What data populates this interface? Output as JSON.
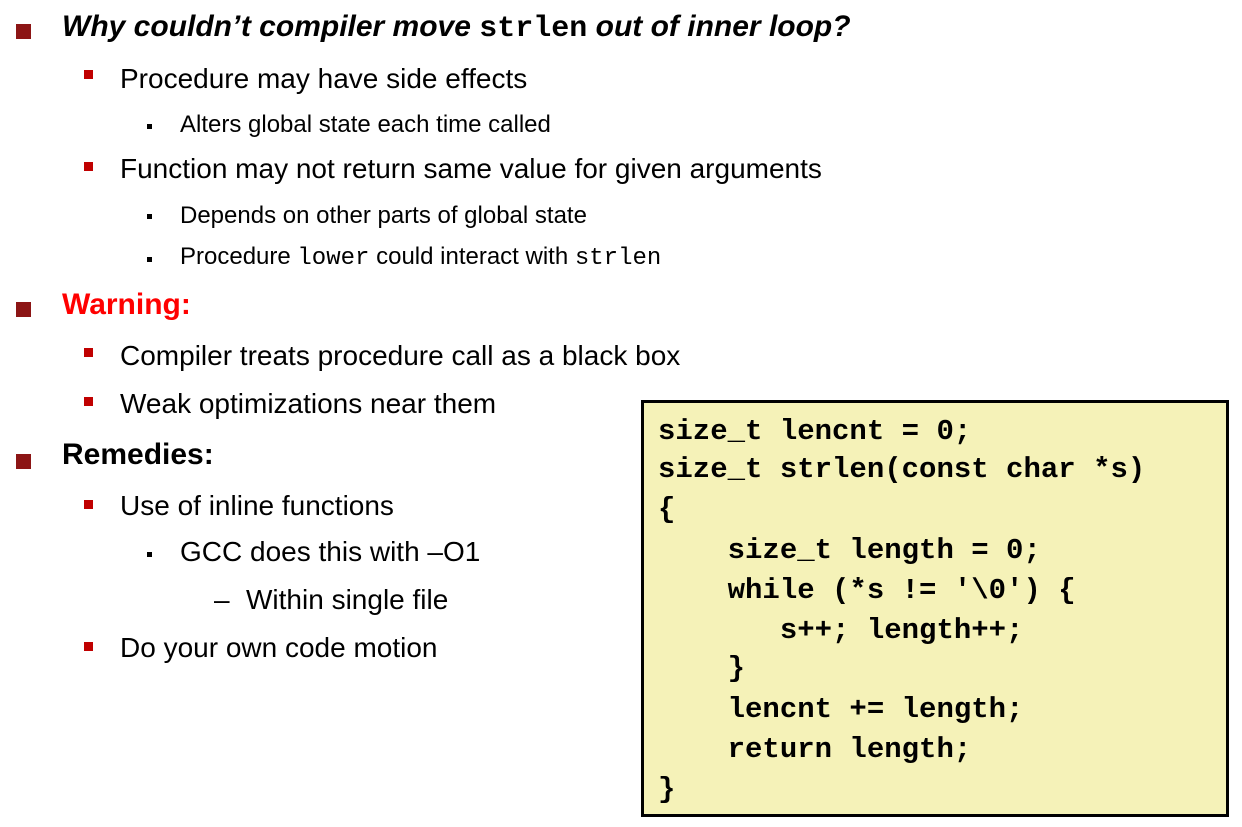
{
  "slide": {
    "q_heading": {
      "prefix": "Why couldn’t compiler move ",
      "code": "strlen",
      "suffix": " out of  inner loop?"
    },
    "q_items": [
      {
        "text": "Procedure may have side effects",
        "sub": [
          "Alters global state each time called"
        ]
      },
      {
        "text": "Function may not return same value for given arguments"
      }
    ],
    "q_sub_depends": "Depends on other parts of global state",
    "q_sub_interact": {
      "part1": "Procedure ",
      "code1": "lower",
      "part2": " could interact with ",
      "code2": "strlen"
    },
    "warning_heading": "Warning:",
    "warning_items": [
      "Compiler treats procedure call as a black box",
      "Weak optimizations near them"
    ],
    "remedies_heading": "Remedies:",
    "remedy_inline": "Use of inline functions",
    "remedy_gcc": "GCC does this with –O1",
    "remedy_dash": "–",
    "remedy_single": "Within single file",
    "remedy_own": "Do your own code motion"
  },
  "code_lines": [
    "size_t lencnt = 0;",
    "size_t strlen(const char *s)",
    "{",
    "    size_t length = 0;",
    "    while (*s != '\\0') {",
    "       s++; length++;",
    "    }",
    "    lencnt += length;",
    "    return length;",
    "}"
  ]
}
